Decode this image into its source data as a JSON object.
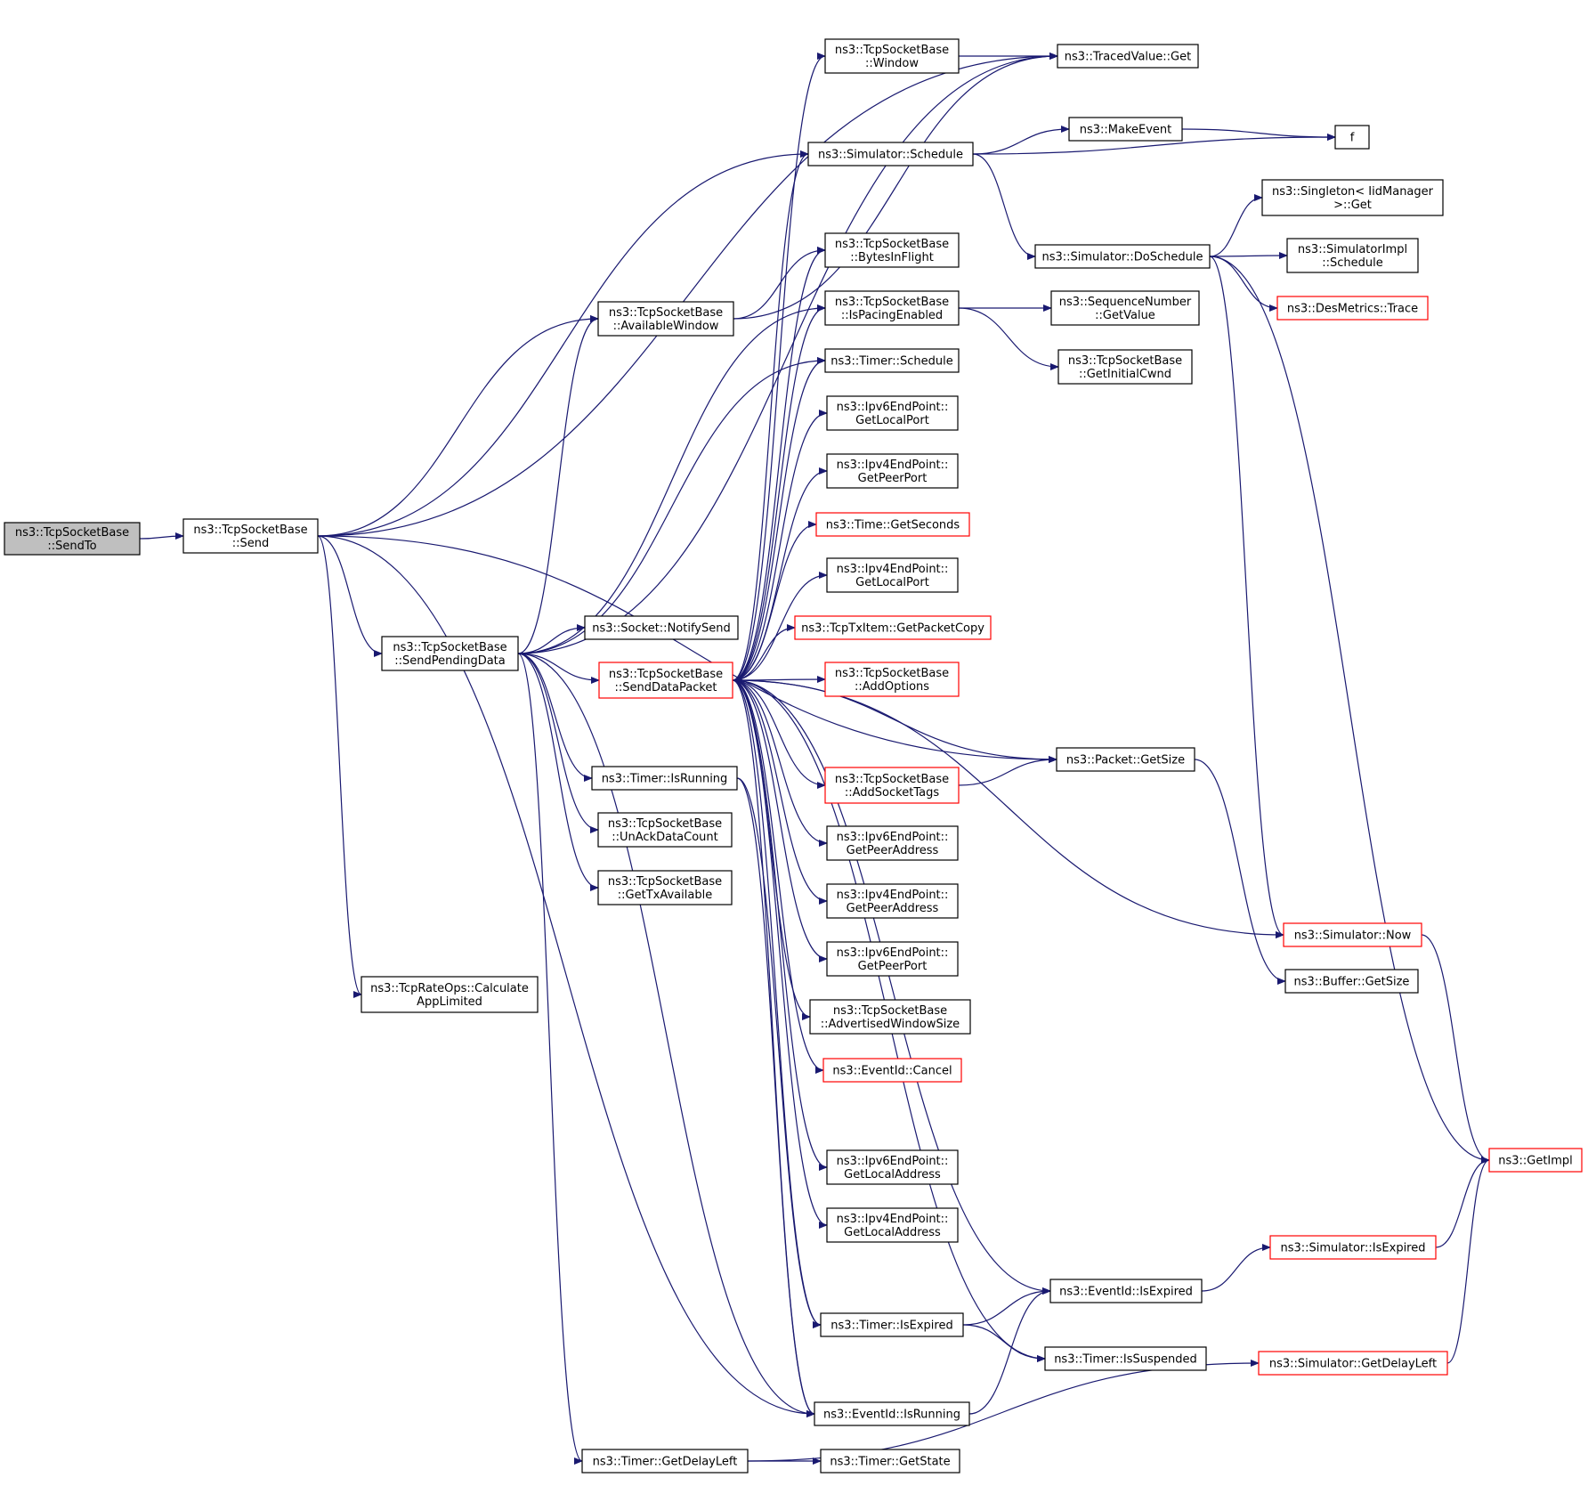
{
  "colors": {
    "edge": "#191970",
    "node_border": "#000000",
    "node_border_truncated": "#ff0000",
    "node_fill": "#ffffff",
    "root_fill": "#bfbfbf"
  },
  "nodes": [
    {
      "id": "sendto",
      "lines": [
        "ns3::TcpSocketBase",
        "::SendTo"
      ],
      "root": true
    },
    {
      "id": "send",
      "lines": [
        "ns3::TcpSocketBase",
        "::Send"
      ]
    },
    {
      "id": "availwin",
      "lines": [
        "ns3::TcpSocketBase",
        "::AvailableWindow"
      ]
    },
    {
      "id": "sendpending",
      "lines": [
        "ns3::TcpSocketBase",
        "::SendPendingData"
      ]
    },
    {
      "id": "ratelimited",
      "lines": [
        "ns3::TcpRateOps::Calculate",
        "AppLimited"
      ]
    },
    {
      "id": "window",
      "lines": [
        "ns3::TcpSocketBase",
        "::Window"
      ]
    },
    {
      "id": "tracedget",
      "lines": [
        "ns3::TracedValue::Get"
      ]
    },
    {
      "id": "schedule",
      "lines": [
        "ns3::Simulator::Schedule"
      ]
    },
    {
      "id": "makeevent",
      "lines": [
        "ns3::MakeEvent"
      ]
    },
    {
      "id": "f",
      "lines": [
        "f"
      ]
    },
    {
      "id": "doschedule",
      "lines": [
        "ns3::Simulator::DoSchedule"
      ]
    },
    {
      "id": "singleton",
      "lines": [
        "ns3::Singleton< IidManager",
        ">::Get"
      ]
    },
    {
      "id": "implschedule",
      "lines": [
        "ns3::SimulatorImpl",
        "::Schedule"
      ]
    },
    {
      "id": "desmetrics",
      "lines": [
        "ns3::DesMetrics::Trace"
      ],
      "truncated": true
    },
    {
      "id": "bytesinflight",
      "lines": [
        "ns3::TcpSocketBase",
        "::BytesInFlight"
      ]
    },
    {
      "id": "pacing",
      "lines": [
        "ns3::TcpSocketBase",
        "::IsPacingEnabled"
      ]
    },
    {
      "id": "seqgetvalue",
      "lines": [
        "ns3::SequenceNumber",
        "::GetValue"
      ]
    },
    {
      "id": "initialcwnd",
      "lines": [
        "ns3::TcpSocketBase",
        "::GetInitialCwnd"
      ]
    },
    {
      "id": "timerschedule",
      "lines": [
        "ns3::Timer::Schedule"
      ]
    },
    {
      "id": "ipv6localport",
      "lines": [
        "ns3::Ipv6EndPoint::",
        "GetLocalPort"
      ]
    },
    {
      "id": "ipv4peerport",
      "lines": [
        "ns3::Ipv4EndPoint::",
        "GetPeerPort"
      ]
    },
    {
      "id": "timegetseconds",
      "lines": [
        "ns3::Time::GetSeconds"
      ],
      "truncated": true
    },
    {
      "id": "ipv4localport",
      "lines": [
        "ns3::Ipv4EndPoint::",
        "GetLocalPort"
      ]
    },
    {
      "id": "notifysend",
      "lines": [
        "ns3::Socket::NotifySend"
      ]
    },
    {
      "id": "getpacketcopy",
      "lines": [
        "ns3::TcpTxItem::GetPacketCopy"
      ],
      "truncated": true
    },
    {
      "id": "senddatapacket",
      "lines": [
        "ns3::TcpSocketBase",
        "::SendDataPacket"
      ],
      "truncated": true
    },
    {
      "id": "addoptions",
      "lines": [
        "ns3::TcpSocketBase",
        "::AddOptions"
      ],
      "truncated": true
    },
    {
      "id": "packetgetsize",
      "lines": [
        "ns3::Packet::GetSize"
      ]
    },
    {
      "id": "timerisrunning",
      "lines": [
        "ns3::Timer::IsRunning"
      ]
    },
    {
      "id": "addsockettags",
      "lines": [
        "ns3::TcpSocketBase",
        "::AddSocketTags"
      ],
      "truncated": true
    },
    {
      "id": "unackdata",
      "lines": [
        "ns3::TcpSocketBase",
        "::UnAckDataCount"
      ]
    },
    {
      "id": "ipv6peeraddr",
      "lines": [
        "ns3::Ipv6EndPoint::",
        "GetPeerAddress"
      ]
    },
    {
      "id": "gettxavail",
      "lines": [
        "ns3::TcpSocketBase",
        "::GetTxAvailable"
      ]
    },
    {
      "id": "ipv4peeraddr",
      "lines": [
        "ns3::Ipv4EndPoint::",
        "GetPeerAddress"
      ]
    },
    {
      "id": "simnow",
      "lines": [
        "ns3::Simulator::Now"
      ],
      "truncated": true
    },
    {
      "id": "ipv6peerport",
      "lines": [
        "ns3::Ipv6EndPoint::",
        "GetPeerPort"
      ]
    },
    {
      "id": "buffergetsize",
      "lines": [
        "ns3::Buffer::GetSize"
      ]
    },
    {
      "id": "advwin",
      "lines": [
        "ns3::TcpSocketBase",
        "::AdvertisedWindowSize"
      ]
    },
    {
      "id": "eventcancel",
      "lines": [
        "ns3::EventId::Cancel"
      ],
      "truncated": true
    },
    {
      "id": "getimpl",
      "lines": [
        "ns3::GetImpl"
      ],
      "truncated": true
    },
    {
      "id": "ipv6localaddr",
      "lines": [
        "ns3::Ipv6EndPoint::",
        "GetLocalAddress"
      ]
    },
    {
      "id": "ipv4localaddr",
      "lines": [
        "ns3::Ipv4EndPoint::",
        "GetLocalAddress"
      ]
    },
    {
      "id": "simisexpired",
      "lines": [
        "ns3::Simulator::IsExpired"
      ],
      "truncated": true
    },
    {
      "id": "eventisexpired",
      "lines": [
        "ns3::EventId::IsExpired"
      ]
    },
    {
      "id": "timerisexpired",
      "lines": [
        "ns3::Timer::IsExpired"
      ]
    },
    {
      "id": "timerissuspended",
      "lines": [
        "ns3::Timer::IsSuspended"
      ]
    },
    {
      "id": "simdelayleft",
      "lines": [
        "ns3::Simulator::GetDelayLeft"
      ],
      "truncated": true
    },
    {
      "id": "eventisrunning",
      "lines": [
        "ns3::EventId::IsRunning"
      ]
    },
    {
      "id": "timerdelayleft",
      "lines": [
        "ns3::Timer::GetDelayLeft"
      ]
    },
    {
      "id": "timergetstate",
      "lines": [
        "ns3::Timer::GetState"
      ]
    }
  ],
  "edges": [
    [
      "sendto",
      "send"
    ],
    [
      "send",
      "tracedget"
    ],
    [
      "send",
      "schedule"
    ],
    [
      "send",
      "packetgetsize"
    ],
    [
      "send",
      "availwin"
    ],
    [
      "send",
      "sendpending"
    ],
    [
      "send",
      "eventisrunning"
    ],
    [
      "send",
      "ratelimited"
    ],
    [
      "availwin",
      "tracedget"
    ],
    [
      "availwin",
      "bytesinflight"
    ],
    [
      "window",
      "tracedget"
    ],
    [
      "schedule",
      "makeevent"
    ],
    [
      "schedule",
      "f"
    ],
    [
      "schedule",
      "doschedule"
    ],
    [
      "makeevent",
      "f"
    ],
    [
      "doschedule",
      "singleton"
    ],
    [
      "doschedule",
      "implschedule"
    ],
    [
      "doschedule",
      "desmetrics"
    ],
    [
      "doschedule",
      "simnow"
    ],
    [
      "doschedule",
      "getimpl"
    ],
    [
      "pacing",
      "seqgetvalue"
    ],
    [
      "pacing",
      "initialcwnd"
    ],
    [
      "sendpending",
      "tracedget"
    ],
    [
      "sendpending",
      "availwin"
    ],
    [
      "sendpending",
      "pacing"
    ],
    [
      "sendpending",
      "timerschedule"
    ],
    [
      "sendpending",
      "notifysend"
    ],
    [
      "sendpending",
      "senddatapacket"
    ],
    [
      "sendpending",
      "eventisrunning"
    ],
    [
      "sendpending",
      "timerisrunning"
    ],
    [
      "sendpending",
      "unackdata"
    ],
    [
      "sendpending",
      "gettxavail"
    ],
    [
      "sendpending",
      "timerdelayleft"
    ],
    [
      "senddatapacket",
      "window"
    ],
    [
      "senddatapacket",
      "schedule"
    ],
    [
      "senddatapacket",
      "bytesinflight"
    ],
    [
      "senddatapacket",
      "pacing"
    ],
    [
      "senddatapacket",
      "timerschedule"
    ],
    [
      "senddatapacket",
      "ipv6localport"
    ],
    [
      "senddatapacket",
      "ipv4peerport"
    ],
    [
      "senddatapacket",
      "timegetseconds"
    ],
    [
      "senddatapacket",
      "ipv4localport"
    ],
    [
      "senddatapacket",
      "getpacketcopy"
    ],
    [
      "senddatapacket",
      "addoptions"
    ],
    [
      "senddatapacket",
      "packetgetsize"
    ],
    [
      "senddatapacket",
      "addsockettags"
    ],
    [
      "senddatapacket",
      "ipv6peeraddr"
    ],
    [
      "senddatapacket",
      "ipv4peeraddr"
    ],
    [
      "senddatapacket",
      "ipv6peerport"
    ],
    [
      "senddatapacket",
      "advwin"
    ],
    [
      "senddatapacket",
      "eventcancel"
    ],
    [
      "senddatapacket",
      "simnow"
    ],
    [
      "senddatapacket",
      "ipv6localaddr"
    ],
    [
      "senddatapacket",
      "ipv4localaddr"
    ],
    [
      "senddatapacket",
      "eventisexpired"
    ],
    [
      "senddatapacket",
      "timerisexpired"
    ],
    [
      "senddatapacket",
      "timerissuspended"
    ],
    [
      "senddatapacket",
      "eventisrunning"
    ],
    [
      "timerisrunning",
      "timerisexpired"
    ],
    [
      "timerisrunning",
      "eventisrunning"
    ],
    [
      "addsockettags",
      "packetgetsize"
    ],
    [
      "packetgetsize",
      "buffergetsize"
    ],
    [
      "simnow",
      "getimpl"
    ],
    [
      "eventisexpired",
      "simisexpired"
    ],
    [
      "simisexpired",
      "getimpl"
    ],
    [
      "timerisexpired",
      "eventisexpired"
    ],
    [
      "timerisexpired",
      "timerissuspended"
    ],
    [
      "eventisrunning",
      "eventisexpired"
    ],
    [
      "timerdelayleft",
      "timergetstate"
    ],
    [
      "timerdelayleft",
      "simdelayleft"
    ],
    [
      "simdelayleft",
      "getimpl"
    ]
  ]
}
